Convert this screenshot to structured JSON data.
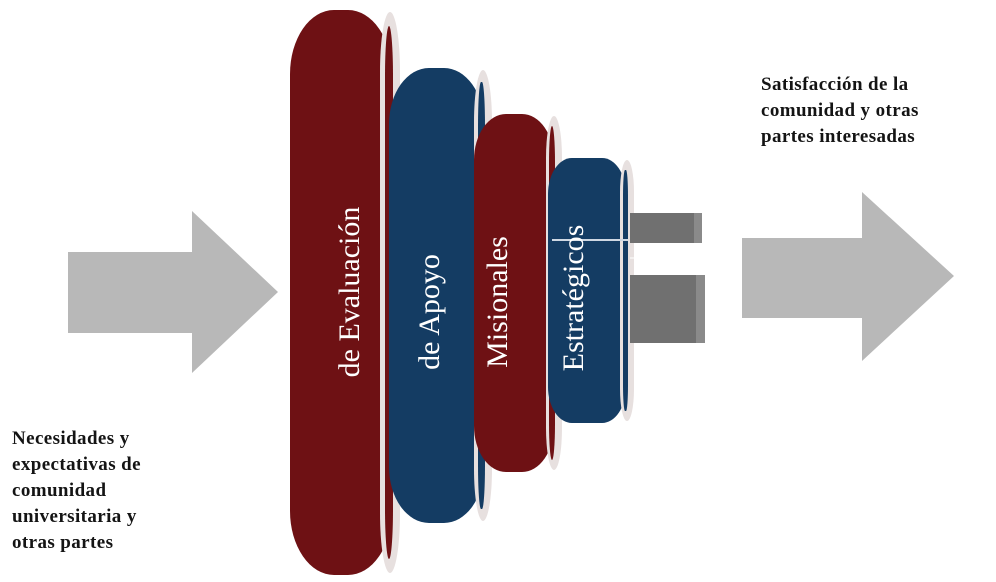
{
  "diagram": {
    "input_text_lines": [
      "Necesidades y",
      "expectativas de",
      "comunidad",
      "universitaria y",
      "otras partes"
    ],
    "output_text_lines": [
      "Satisfacción  de  la",
      "comunidad  y  otras",
      "partes interesadas"
    ],
    "rings": [
      {
        "label": "de Evaluación",
        "color": "#6e1114"
      },
      {
        "label": "de Apoyo",
        "color": "#143c63"
      },
      {
        "label": "Misionales",
        "color": "#6e1114"
      },
      {
        "label": "Estratégicos",
        "color": "#143c63"
      }
    ],
    "colors": {
      "arrow": "#b8b8b8",
      "core_block": "#707070",
      "core_block_light": "#8a8a8a",
      "rim": "#e7e0df"
    }
  }
}
